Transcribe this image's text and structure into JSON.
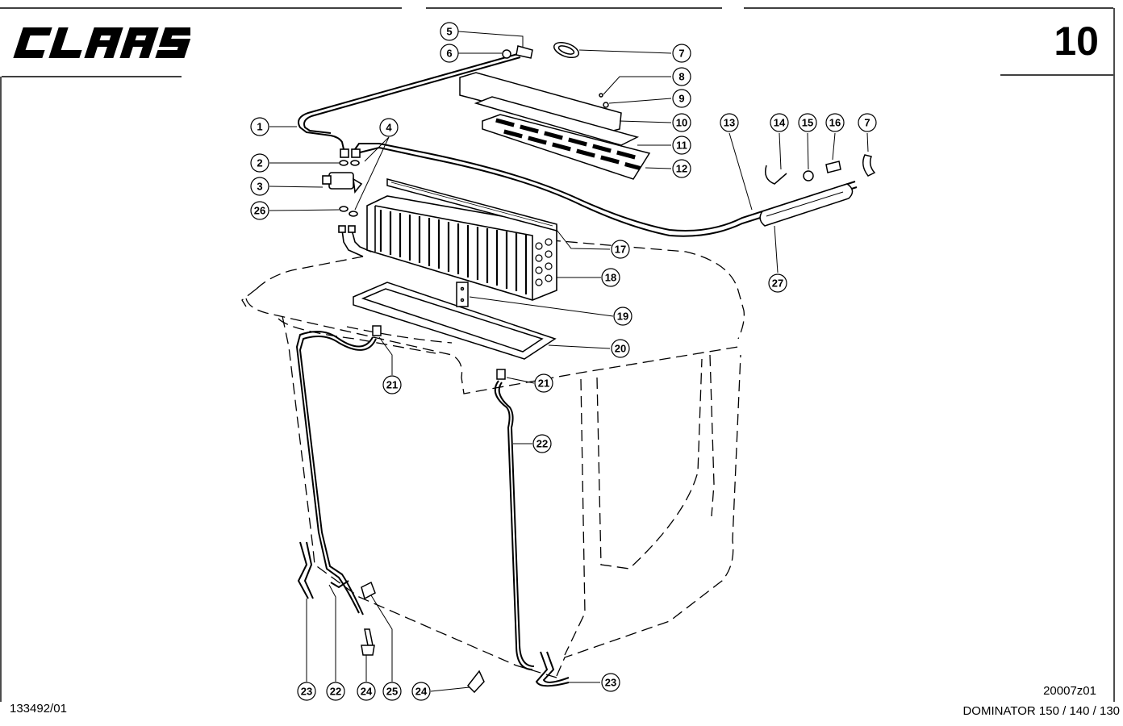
{
  "header": {
    "brand": "CLAAS",
    "page_number": "10"
  },
  "footer": {
    "doc_number": "133492/01",
    "ref_code": "20007z01",
    "model": "DOMINATOR 150 / 140 / 130"
  },
  "callouts": [
    {
      "num": "1"
    },
    {
      "num": "2"
    },
    {
      "num": "3"
    },
    {
      "num": "4"
    },
    {
      "num": "5"
    },
    {
      "num": "6"
    },
    {
      "num": "7"
    },
    {
      "num": "8"
    },
    {
      "num": "9"
    },
    {
      "num": "10"
    },
    {
      "num": "11"
    },
    {
      "num": "12"
    },
    {
      "num": "13"
    },
    {
      "num": "14"
    },
    {
      "num": "15"
    },
    {
      "num": "16"
    },
    {
      "num": "7"
    },
    {
      "num": "17"
    },
    {
      "num": "18"
    },
    {
      "num": "19"
    },
    {
      "num": "20"
    },
    {
      "num": "21"
    },
    {
      "num": "21"
    },
    {
      "num": "22"
    },
    {
      "num": "26"
    },
    {
      "num": "27"
    },
    {
      "num": "23"
    },
    {
      "num": "22"
    },
    {
      "num": "24"
    },
    {
      "num": "25"
    },
    {
      "num": "24"
    },
    {
      "num": "23"
    }
  ]
}
